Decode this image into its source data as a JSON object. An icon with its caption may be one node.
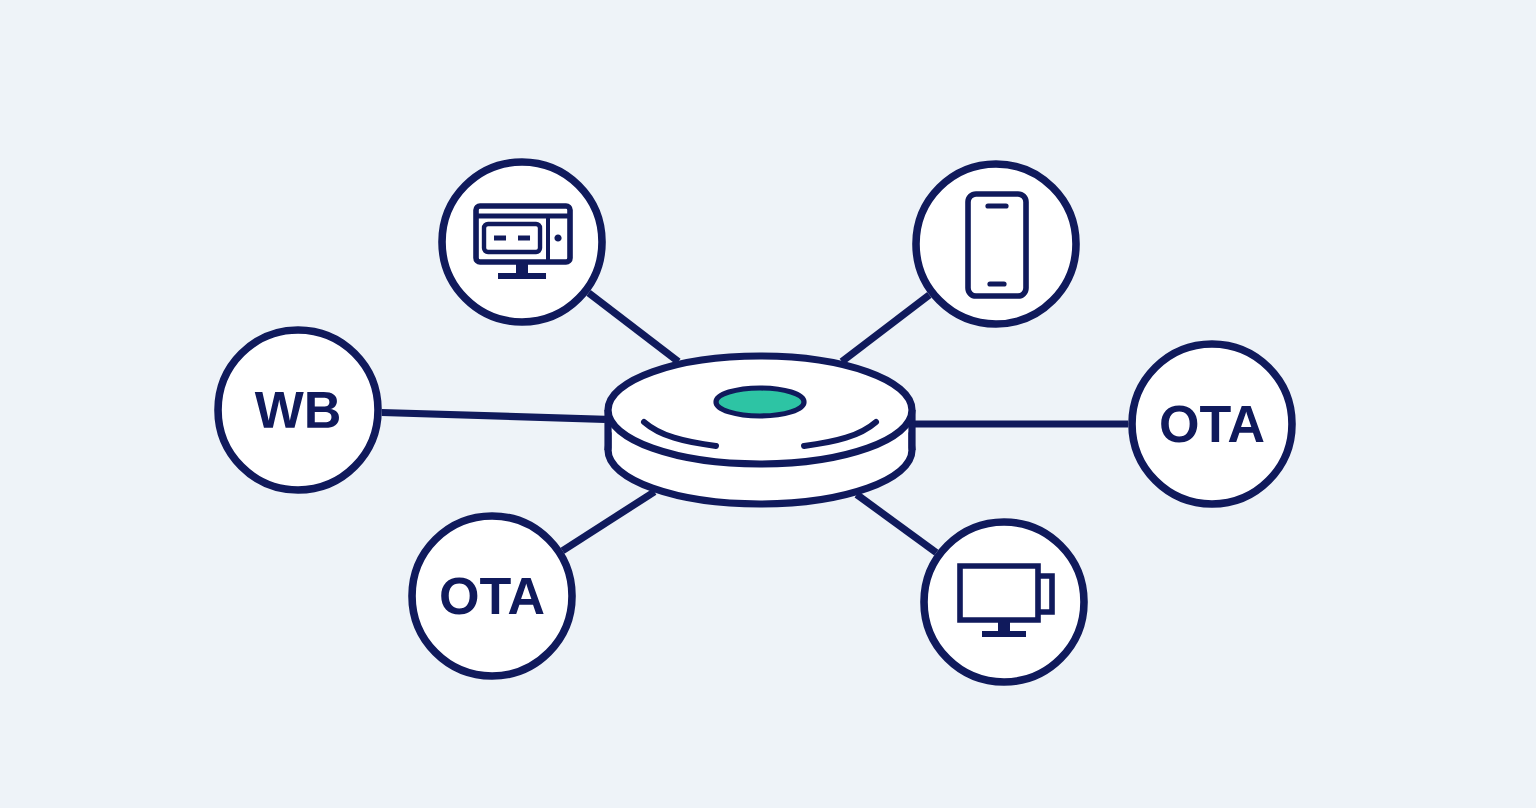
{
  "diagram": {
    "nodes": [
      {
        "text": [],
        "shape": "circle"
      },
      {
        "text": [],
        "shape": "circle"
      },
      {
        "text": [
          "WB"
        ]
      },
      {
        "text": [],
        "shape": "picture"
      },
      {
        "text": [
          "OTA"
        ]
      },
      {
        "text": [
          "OTA"
        ]
      },
      {
        "text": [],
        "shape": "circle"
      }
    ],
    "edges": [
      {
        "from": 3,
        "to": 0,
        "arrow": "none"
      },
      {
        "from": 3,
        "to": 1,
        "arrow": "none"
      },
      {
        "from": 3,
        "to": 2,
        "arrow": "none"
      },
      {
        "from": 3,
        "to": 4,
        "arrow": "none"
      },
      {
        "from": 3,
        "to": 5,
        "arrow": "none"
      },
      {
        "from": 3,
        "to": 6,
        "arrow": "none"
      }
    ]
  }
}
